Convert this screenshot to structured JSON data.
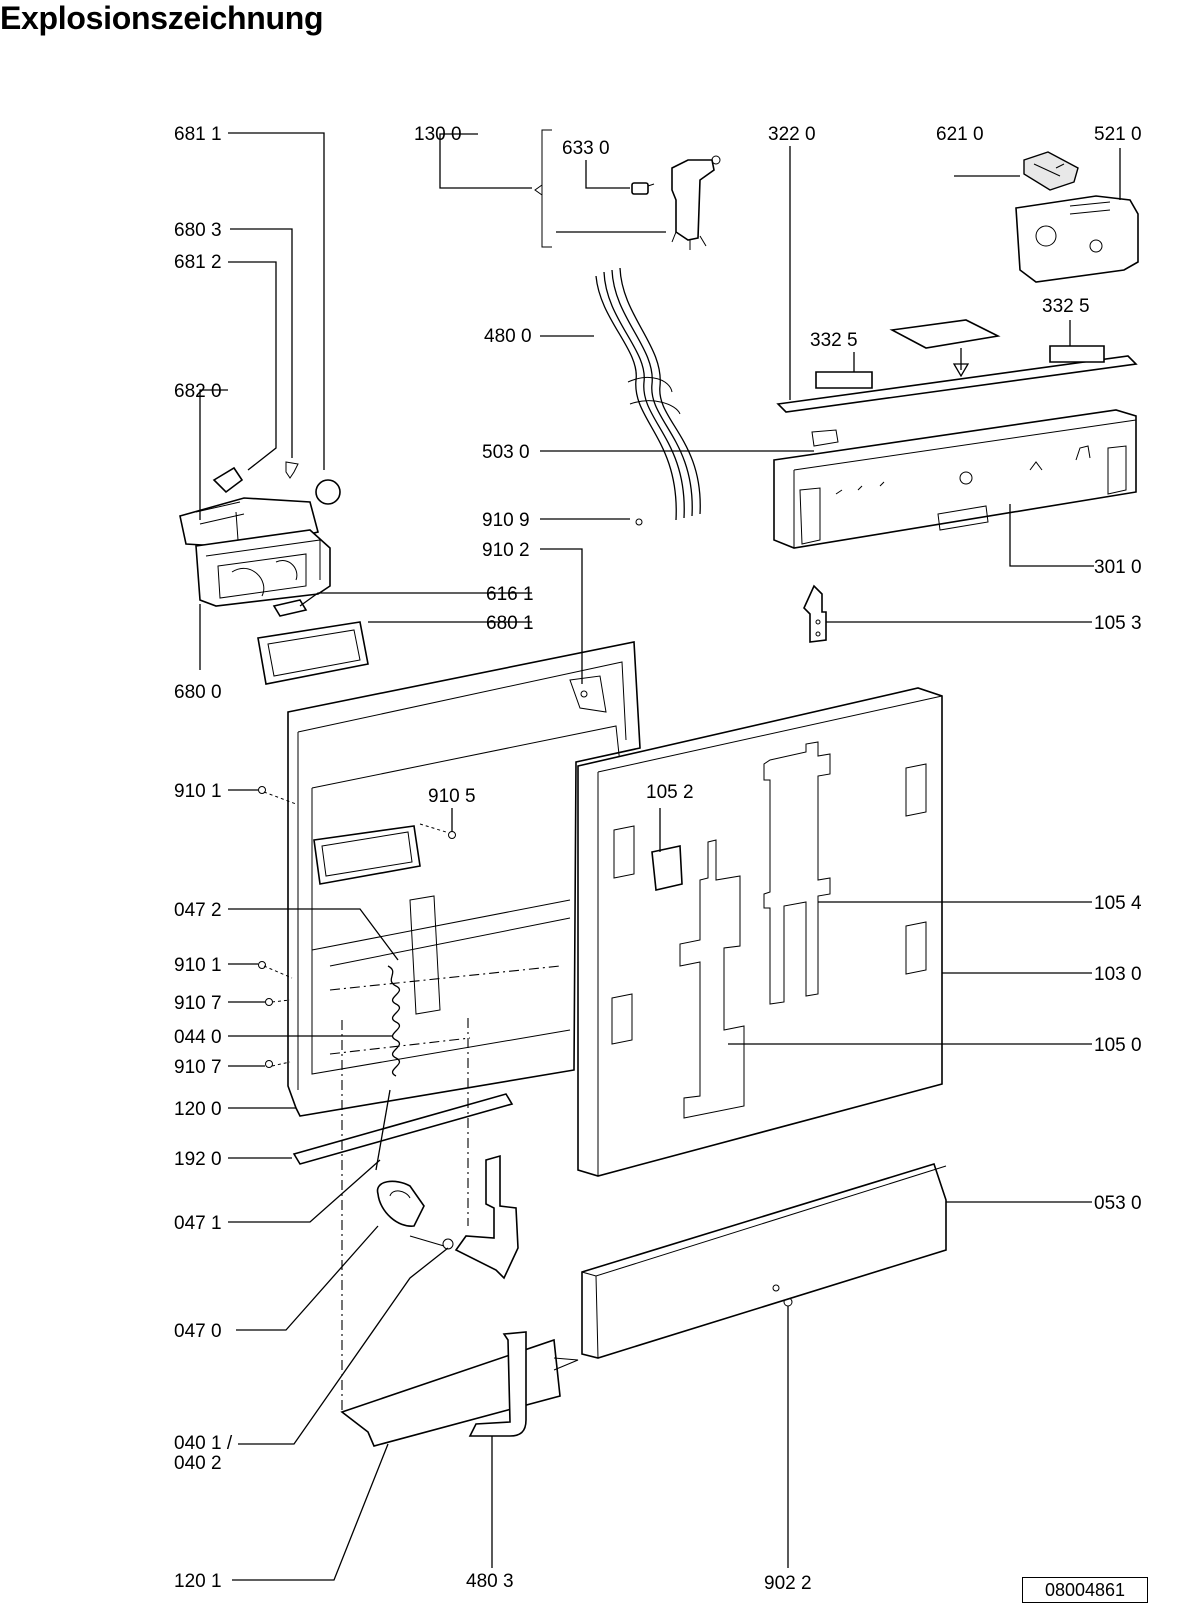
{
  "title": "Explosionszeichnung",
  "document_number": "08004861",
  "part_labels": {
    "p6811": "681 1",
    "p1300": "130 0",
    "p6330": "633 0",
    "p3220": "322  0",
    "p6210": "621 0",
    "p5210": "521 0",
    "p6803": "680 3",
    "p6812": "681 2",
    "p4800": "480 0",
    "p3325a": "332  5",
    "p3325b": "332  5",
    "p6820": "682 0",
    "p5030": "503  0",
    "p9109": "910 9",
    "p9102": "910 2",
    "p3010": "301 0",
    "p6161": "616 1",
    "p6801": "680 1",
    "p1053": "105 3",
    "p6800": "680 0",
    "p9101a": "910 1",
    "p9105": "910 5",
    "p1052": "105 2",
    "p0472": "047 2",
    "p1054": "105 4",
    "p9101b": "910 1",
    "p1030": "103 0",
    "p9107a": "910 7",
    "p0440": "044 0",
    "p1050": "105 0",
    "p9107b": "910 7",
    "p1200": "120 0",
    "p1920": "192 0",
    "p0530": "053 0",
    "p0471": "047 1",
    "p0470": "047 0",
    "p0401": "040 1 /",
    "p0402": "040 2",
    "p1201": "120 1",
    "p4803": "480 3",
    "p9022": "902 2"
  }
}
